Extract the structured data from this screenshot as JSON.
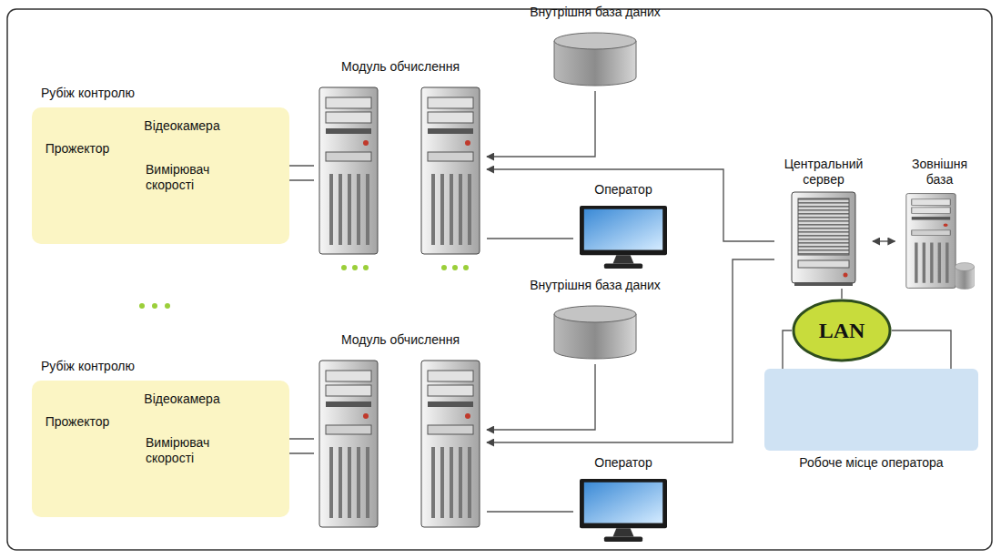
{
  "diagram": {
    "nodes": [
      {
        "text": [
          "Рубіж контролю"
        ]
      },
      {
        "text": [
          "Прожектор"
        ],
        "in": 0
      },
      {
        "text": [
          "Відеокамера"
        ],
        "in": 0
      },
      {
        "text": [
          "Вимірювач скорості"
        ],
        "in": 0
      },
      {
        "text": [
          "Модуль обчислення"
        ]
      },
      {
        "text": [
          "Внутрішня база даних"
        ]
      },
      {
        "text": [
          "Оператор"
        ]
      },
      {
        "text": [
          "Центральний сервер"
        ]
      },
      {
        "text": [
          "Зовнішня база"
        ]
      },
      {
        "text": [
          "Рубіж контролю"
        ]
      },
      {
        "text": [
          "Прожектор"
        ],
        "in": 9
      },
      {
        "text": [
          "Відеокамера"
        ],
        "in": 9
      },
      {
        "text": [
          "Вимірювач скорості"
        ],
        "in": 9
      },
      {
        "text": [
          "Модуль обчислення"
        ]
      },
      {
        "text": [
          "Внутрішня база даних"
        ]
      },
      {
        "text": [
          "Оператор"
        ]
      },
      {
        "text": [
          "LAN"
        ]
      },
      {
        "text": [
          "Робоче місце оператора"
        ]
      }
    ],
    "edges": [
      {
        "from": 2,
        "to": 4,
        "arrow": "none"
      },
      {
        "from": 3,
        "to": 4,
        "arrow": "none"
      },
      {
        "from": 5,
        "to": 4,
        "arrow": "to"
      },
      {
        "from": 4,
        "to": 6,
        "arrow": "none"
      },
      {
        "from": 7,
        "to": 4,
        "arrow": "to"
      },
      {
        "from": 7,
        "to": 8,
        "arrow": "both"
      },
      {
        "from": 11,
        "to": 13,
        "arrow": "none"
      },
      {
        "from": 12,
        "to": 13,
        "arrow": "none"
      },
      {
        "from": 14,
        "to": 13,
        "arrow": "to"
      },
      {
        "from": 13,
        "to": 15,
        "arrow": "none"
      },
      {
        "from": 7,
        "to": 13,
        "arrow": "to"
      },
      {
        "from": 7,
        "to": 16,
        "arrow": "none"
      },
      {
        "from": 16,
        "to": 17,
        "arrow": "none"
      },
      {
        "from": 16,
        "to": 17,
        "arrow": "none"
      }
    ]
  }
}
